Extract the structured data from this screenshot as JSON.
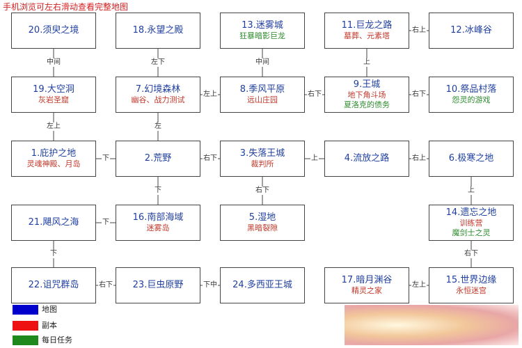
{
  "header": "手机浏览可左右滑动查看完整地图",
  "colors": {
    "map": "#0000cc",
    "dungeon": "#ee1111",
    "daily": "#1e8a1e",
    "subtitle_red": "#c0392b",
    "subtitle_green": "#2e8b2e",
    "title": "#1f3f9f"
  },
  "nodes": [
    {
      "id": "n20",
      "title": "20.须臾之境"
    },
    {
      "id": "n18",
      "title": "18.永望之殿"
    },
    {
      "id": "n13",
      "title": "13.迷雾城",
      "sub": [
        {
          "text": "狂暴暗影巨龙",
          "type": "green"
        }
      ]
    },
    {
      "id": "n11",
      "title": "11.巨龙之路",
      "sub": [
        {
          "text": "墓葬、元素塔",
          "type": "red"
        }
      ]
    },
    {
      "id": "n12",
      "title": "12.冰峰谷"
    },
    {
      "id": "n19",
      "title": "19.大空洞",
      "sub": [
        {
          "text": "灰岩圣窟",
          "type": "red"
        }
      ]
    },
    {
      "id": "n7",
      "title": "7.幻境森林",
      "sub": [
        {
          "text": "幽谷、战力测试",
          "type": "red"
        }
      ]
    },
    {
      "id": "n8",
      "title": "8.季风平原",
      "sub": [
        {
          "text": "远山庄园",
          "type": "red"
        }
      ]
    },
    {
      "id": "n9",
      "title": "9.王城",
      "sub": [
        {
          "text": "地下角斗场",
          "type": "red"
        },
        {
          "text": "夏洛克的债务",
          "type": "green"
        }
      ]
    },
    {
      "id": "n10",
      "title": "10.祭品村落",
      "sub": [
        {
          "text": "怨灵的游戏",
          "type": "green"
        }
      ]
    },
    {
      "id": "n1",
      "title": "1.庇护之地",
      "sub": [
        {
          "text": "灵魂神殿、月岛",
          "type": "red"
        }
      ]
    },
    {
      "id": "n2",
      "title": "2.荒野"
    },
    {
      "id": "n3",
      "title": "3.失落王城",
      "sub": [
        {
          "text": "裁判所",
          "type": "red"
        }
      ]
    },
    {
      "id": "n4",
      "title": "4.流放之路"
    },
    {
      "id": "n6",
      "title": "6.极寒之地"
    },
    {
      "id": "n21",
      "title": "21.飓风之海"
    },
    {
      "id": "n16",
      "title": "16.南部海域",
      "sub": [
        {
          "text": "迷雾岛",
          "type": "red"
        }
      ]
    },
    {
      "id": "n5",
      "title": "5.湿地",
      "sub": [
        {
          "text": "黑暗裂隙",
          "type": "red"
        }
      ]
    },
    {
      "id": "n14",
      "title": "14.遗忘之地",
      "sub": [
        {
          "text": "训练营",
          "type": "red"
        },
        {
          "text": "魔剑士之灵",
          "type": "green"
        }
      ]
    },
    {
      "id": "n22",
      "title": "22.诅咒群岛"
    },
    {
      "id": "n23",
      "title": "23.巨虫原野"
    },
    {
      "id": "n24",
      "title": "24.多西亚王城"
    },
    {
      "id": "n17",
      "title": "17.暗月渊谷",
      "sub": [
        {
          "text": "精灵之家",
          "type": "red"
        }
      ]
    },
    {
      "id": "n15",
      "title": "15.世界边缘",
      "sub": [
        {
          "text": "永恒迷宫",
          "type": "red"
        }
      ]
    }
  ],
  "edges": [
    {
      "from": "n20",
      "to": "n19",
      "label": "中间"
    },
    {
      "from": "n18",
      "to": "n7",
      "label": "左下"
    },
    {
      "from": "n13",
      "to": "n8",
      "label": "中间"
    },
    {
      "from": "n11",
      "to": "n12",
      "label": "右上"
    },
    {
      "from": "n11",
      "to": "n9",
      "label": "上"
    },
    {
      "from": "n19",
      "to": "n1",
      "label": "左上"
    },
    {
      "from": "n7",
      "to": "n8",
      "label": "左上"
    },
    {
      "from": "n7",
      "to": "n2",
      "label": "左"
    },
    {
      "from": "n8",
      "to": "n9",
      "label": "右下"
    },
    {
      "from": "n9",
      "to": "n10",
      "label": "右下"
    },
    {
      "from": "n1",
      "to": "n2",
      "label": "下"
    },
    {
      "from": "n2",
      "to": "n3",
      "label": "右下"
    },
    {
      "from": "n2",
      "to": "n16",
      "label": "下"
    },
    {
      "from": "n3",
      "to": "n4",
      "label": "上"
    },
    {
      "from": "n3",
      "to": "n5",
      "label": "右下"
    },
    {
      "from": "n4",
      "to": "n6",
      "label": "右上"
    },
    {
      "from": "n6",
      "to": "n14",
      "label": "上"
    },
    {
      "from": "n21",
      "to": "n16",
      "label": "下"
    },
    {
      "from": "n21",
      "to": "n22",
      "label": "下"
    },
    {
      "from": "n14",
      "to": "n15",
      "label": "右下"
    },
    {
      "from": "n22",
      "to": "n23",
      "label": "右下"
    },
    {
      "from": "n23",
      "to": "n24",
      "label": "下中"
    },
    {
      "from": "n17",
      "to": "n15",
      "label": "左上"
    }
  ],
  "legend": [
    {
      "label": "地图",
      "color": "#0000cc"
    },
    {
      "label": "副本",
      "color": "#ee1111"
    },
    {
      "label": "每日任务",
      "color": "#1e8a1e"
    }
  ]
}
